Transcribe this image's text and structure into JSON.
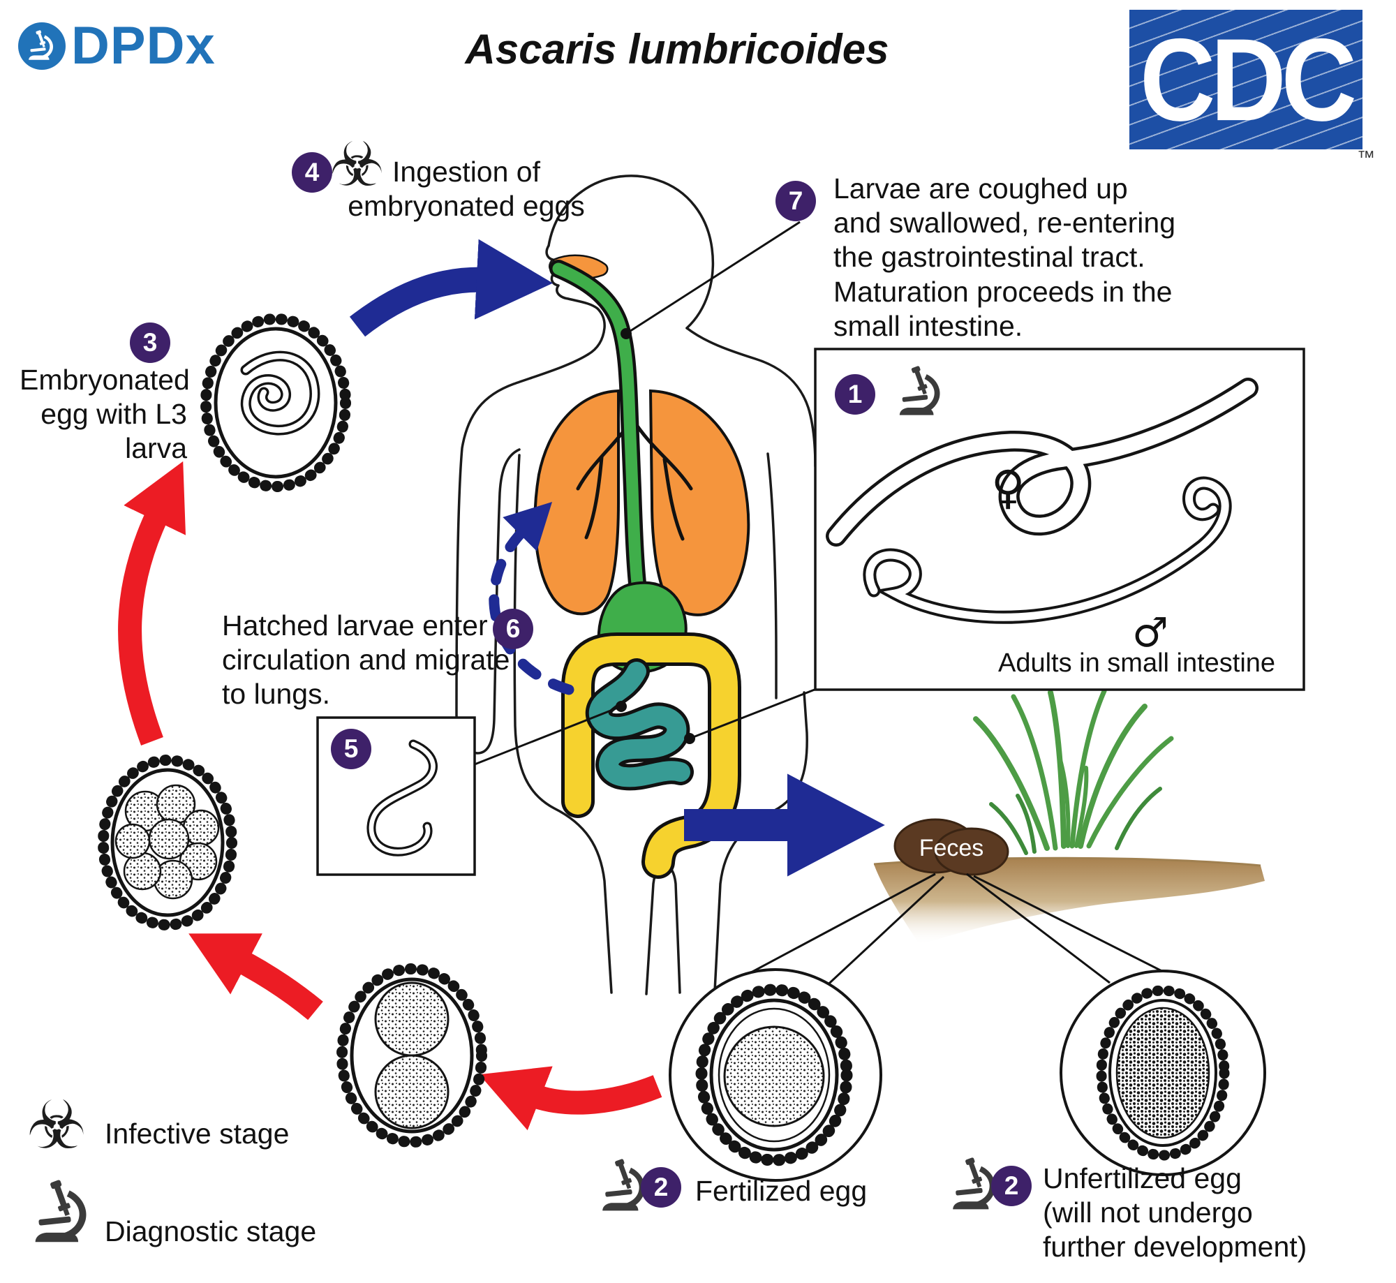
{
  "title": "Ascaris lumbricoides",
  "logos": {
    "dpdx": "DPDx",
    "cdc": "CDC",
    "tm": "™"
  },
  "legend": {
    "infective": "Infective stage",
    "diagnostic": "Diagnostic stage"
  },
  "labels": {
    "feces": "Feces",
    "female_symbol": "♀",
    "male_symbol": "♂",
    "biohazard_symbol": "☣"
  },
  "steps": {
    "one": {
      "num": "1",
      "label": "Adults in small intestine"
    },
    "two_fertilized": {
      "num": "2",
      "label": "Fertilized egg"
    },
    "two_unfertilized": {
      "num": "2",
      "label": "Unfertilized egg\n(will not undergo\nfurther development)"
    },
    "three": {
      "num": "3",
      "label": "Embryonated\negg with L3\nlarva"
    },
    "four": {
      "num": "4",
      "label": "Ingestion of\nembryonated eggs"
    },
    "five": {
      "num": "5"
    },
    "six": {
      "num": "6",
      "label": "Hatched larvae enter\ncirculation and migrate\nto lungs."
    },
    "seven": {
      "num": "7",
      "label": "Larvae are coughed up\nand swallowed, re-entering\nthe gastrointestinal tract.\nMaturation proceeds in the\nsmall intestine."
    }
  },
  "colors": {
    "step_badge_purple": "#3e2169",
    "arrow_blue": "#1f2b94",
    "arrow_red": "#ec1c24",
    "lungs_orange": "#f5953d",
    "esophagus_green": "#3fae4a",
    "large_intestine_yellow": "#f6d22e",
    "small_intestine_teal": "#379b94",
    "dpdx_blue": "#2173b9",
    "cdc_blue": "#1d4fa5",
    "feces_brown": "#5b3a22",
    "grass_green": "#4d9c45"
  }
}
